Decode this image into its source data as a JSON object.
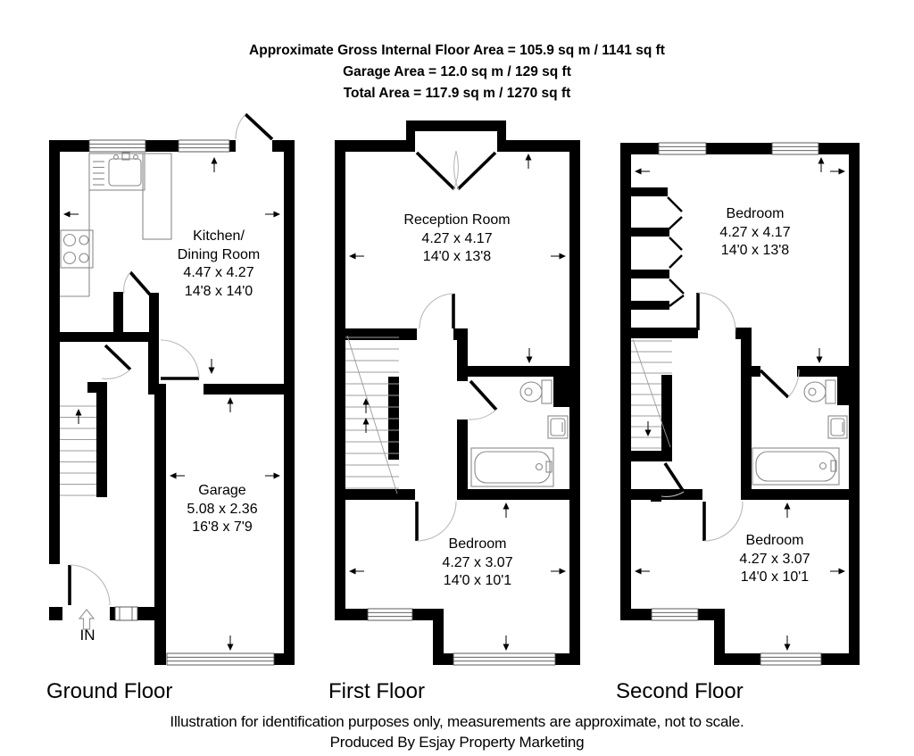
{
  "header": {
    "line1": "Approximate Gross Internal Floor Area = 105.9 sq m / 1141 sq ft",
    "line2": "Garage Area = 12.0 sq m / 129 sq ft",
    "line3": "Total Area = 117.9 sq m / 1270 sq ft"
  },
  "floors": [
    {
      "name": "Ground Floor",
      "entrance": "IN",
      "rooms": [
        {
          "lines": [
            "Kitchen/",
            "Dining Room",
            "4.47 x 4.27",
            "14'8 x 14'0"
          ]
        },
        {
          "lines": [
            "Garage",
            "5.08 x 2.36",
            "16'8 x 7'9"
          ]
        }
      ]
    },
    {
      "name": "First Floor",
      "rooms": [
        {
          "lines": [
            "Reception Room",
            "4.27 x 4.17",
            "14'0 x 13'8"
          ]
        },
        {
          "lines": [
            "Bedroom",
            "4.27 x 3.07",
            "14'0 x 10'1"
          ]
        }
      ]
    },
    {
      "name": "Second Floor",
      "rooms": [
        {
          "lines": [
            "Bedroom",
            "4.27 x 4.17",
            "14'0 x 13'8"
          ]
        },
        {
          "lines": [
            "Bedroom",
            "4.27 x 3.07",
            "14'0 x 10'1"
          ]
        }
      ]
    }
  ],
  "footer": {
    "line1": "Illustration for identification purposes only, measurements are approximate, not to scale.",
    "line2": "Produced By Esjay Property Marketing"
  },
  "colors": {
    "wall": "#000000",
    "fixture_stroke": "#8a8a8a",
    "door_arc": "#b9b9b9",
    "text": "#000000",
    "background": "#ffffff"
  }
}
